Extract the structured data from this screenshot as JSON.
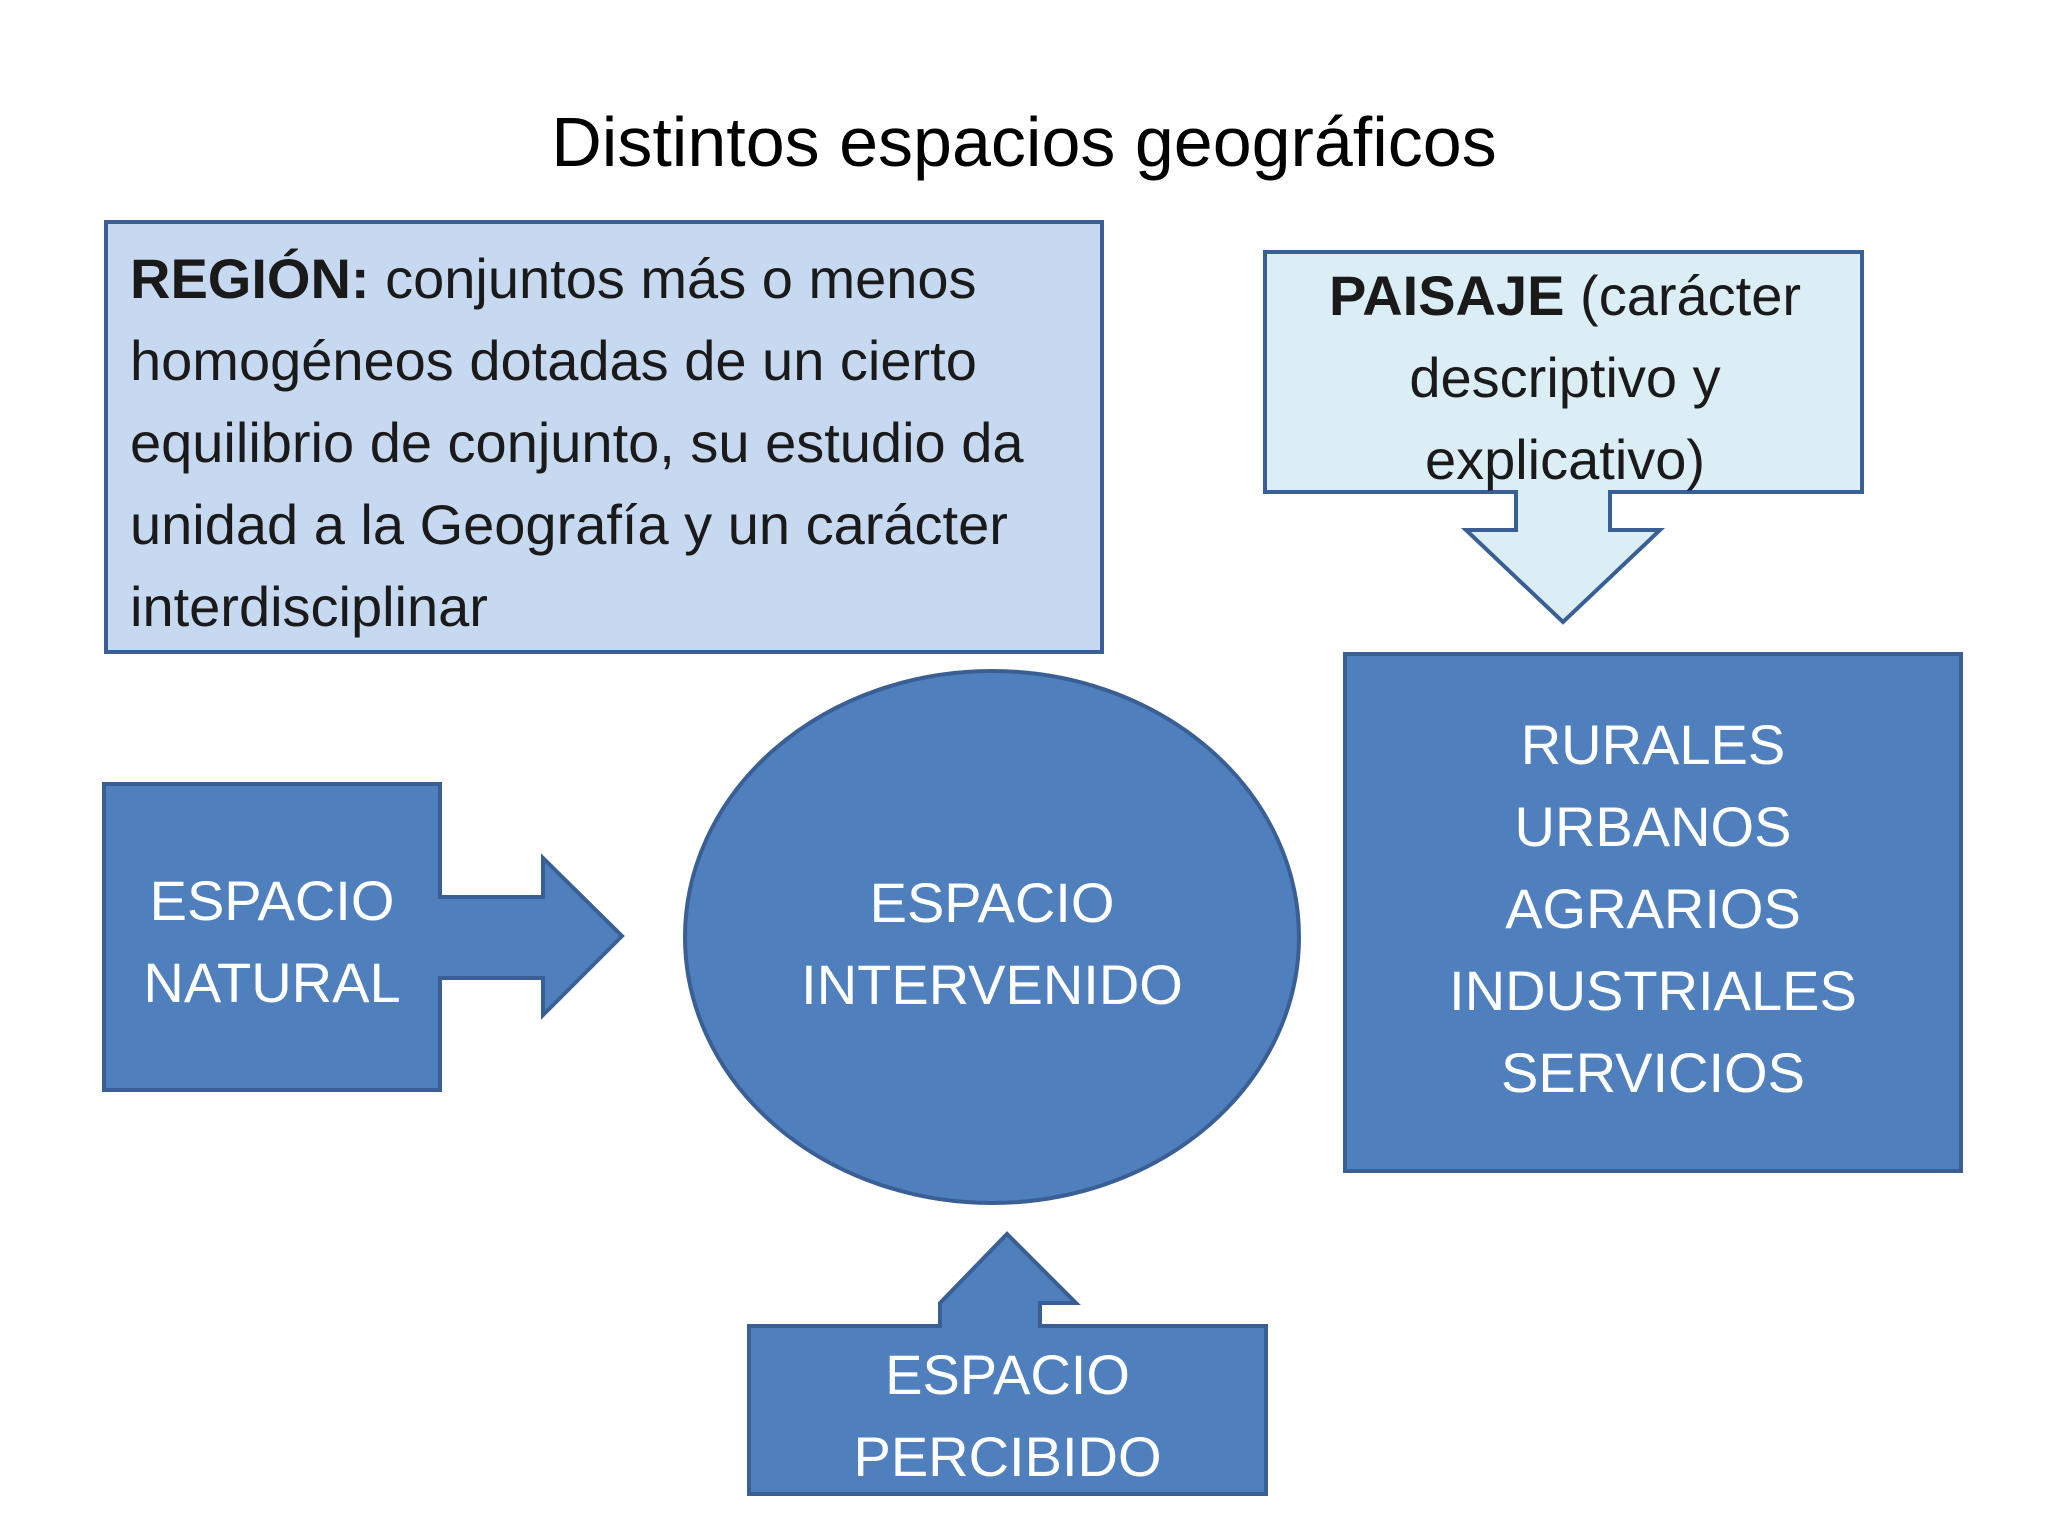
{
  "title": "Distintos espacios geográficos",
  "region": {
    "term": "REGIÓN:",
    "description": "conjuntos más o menos homogéneos dotadas de un cierto equilibrio de conjunto, su estudio da unidad a la Geografía y un carácter interdisciplinar"
  },
  "paisaje": {
    "term": "PAISAJE",
    "description": "(carácter descriptivo y explicativo)"
  },
  "nodes": {
    "natural": {
      "line1": "ESPACIO",
      "line2": "NATURAL"
    },
    "intervenido": {
      "line1": "ESPACIO",
      "line2": "INTERVENIDO"
    },
    "percibido": {
      "line1": "ESPACIO",
      "line2": "PERCIBIDO"
    },
    "types": [
      "RURALES",
      "URBANOS",
      "AGRARIOS",
      "INDUSTRIALES",
      "SERVICIOS"
    ]
  },
  "colors": {
    "node_fill": "#4f7fbd",
    "node_border": "#3a5f94",
    "region_fill": "#c6d9f0",
    "paisaje_fill": "#dbeef6",
    "text_dark": "#1a1a1a",
    "text_light": "#ffffff"
  }
}
